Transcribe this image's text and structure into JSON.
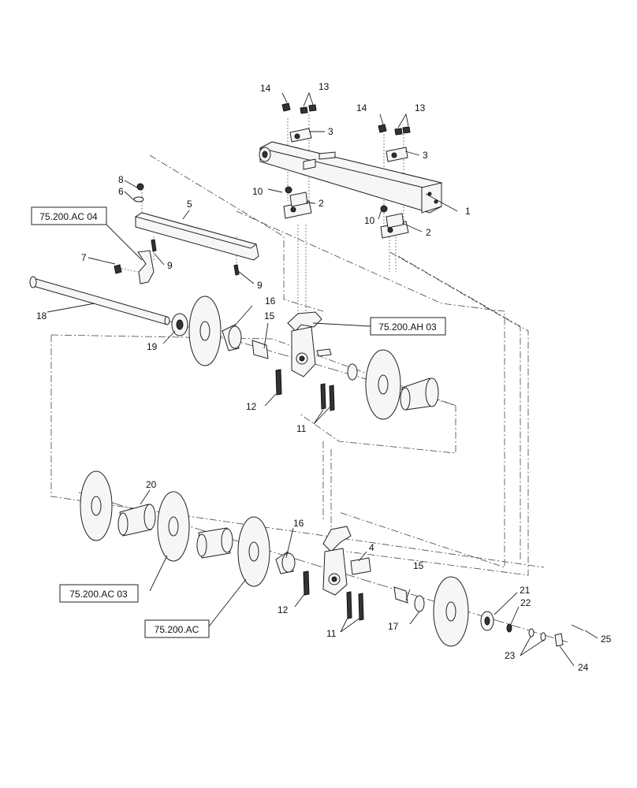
{
  "callouts": {
    "c1": "1",
    "c2a": "2",
    "c2b": "2",
    "c3a": "3",
    "c3b": "3",
    "c4": "4",
    "c5": "5",
    "c6": "6",
    "c7": "7",
    "c8": "8",
    "c9a": "9",
    "c9b": "9",
    "c10a": "10",
    "c10b": "10",
    "c11a": "11",
    "c11b": "11",
    "c12a": "12",
    "c12b": "12",
    "c13a": "13",
    "c13b": "13",
    "c14a": "14",
    "c14b": "14",
    "c15a": "15",
    "c15b": "15",
    "c16a": "16",
    "c16b": "16",
    "c17": "17",
    "c18": "18",
    "c19": "19",
    "c20": "20",
    "c21": "21",
    "c22": "22",
    "c23": "23",
    "c24": "24",
    "c25": "25"
  },
  "references": {
    "r1": "75.200.AC 04",
    "r2": "75.200.AH 03",
    "r3": "75.200.AC 03",
    "r4": "75.200.AC"
  }
}
